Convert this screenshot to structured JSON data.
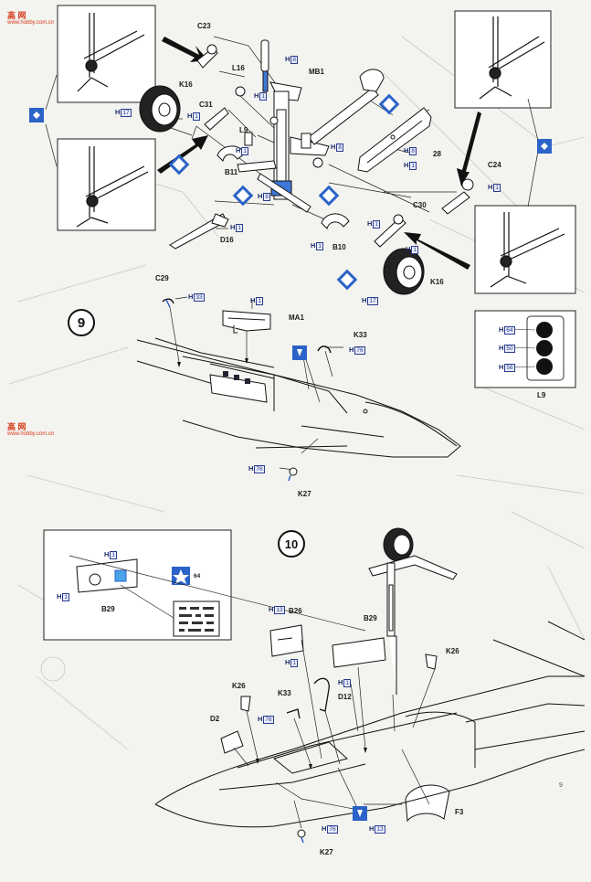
{
  "watermark": {
    "text": "高 网",
    "subtext": "www.hobby.com.cn"
  },
  "step9": {
    "number": "9"
  },
  "step10": {
    "number": "10"
  },
  "part_labels": {
    "C23": "C23",
    "L16": "L16",
    "MB1": "MB1",
    "K16_top": "K16",
    "C31": "C31",
    "L9_top": "L9",
    "B11": "B11",
    "D16": "D16",
    "B10": "B10",
    "C30": "C30",
    "K16_bottom": "K16",
    "C24": "C24",
    "p28": "28",
    "C29": "C29",
    "MA1": "MA1",
    "K33_s9": "K33",
    "K27_s9": "K27",
    "B29_inset": "B29",
    "B26": "B26",
    "B29": "B29",
    "K26_right": "K26",
    "K26_left": "K26",
    "K33_s10": "K33",
    "D12": "D12",
    "D2": "D2",
    "F3": "F3",
    "K27_s10": "K27",
    "L9_inset": "L9"
  },
  "paint_codes": {
    "h8_mb1": {
      "h": "H",
      "code": "8"
    },
    "h1_mb1": {
      "h": "H",
      "code": "1"
    },
    "h17_k16": {
      "h": "H",
      "code": "17"
    },
    "h1_c31": {
      "h": "H",
      "code": "1"
    },
    "h1_l9": {
      "h": "H",
      "code": "1"
    },
    "h8_center": {
      "h": "H",
      "code": "8"
    },
    "h8_strut": {
      "h": "H",
      "code": "8"
    },
    "h8_28": {
      "h": "H",
      "code": "8"
    },
    "h1_28": {
      "h": "H",
      "code": "1"
    },
    "h1_d16": {
      "h": "H",
      "code": "1"
    },
    "h1_b10": {
      "h": "H",
      "code": "1"
    },
    "h1_c30": {
      "h": "H",
      "code": "1"
    },
    "h1_c24": {
      "h": "H",
      "code": "1"
    },
    "h1_k16b": {
      "h": "H",
      "code": "1"
    },
    "h17_k16b": {
      "h": "H",
      "code": "17"
    },
    "h33_c29": {
      "h": "H",
      "code": "33"
    },
    "h1_ma1": {
      "h": "H",
      "code": "1"
    },
    "h76_k33": {
      "h": "H",
      "code": "76"
    },
    "h76_k27": {
      "h": "H",
      "code": "76"
    },
    "h1_b29a": {
      "h": "H",
      "code": "1"
    },
    "h1_b29b": {
      "h": "H",
      "code": "1"
    },
    "h13_b26": {
      "h": "H",
      "code": "13"
    },
    "h1_b26": {
      "h": "H",
      "code": "1"
    },
    "h1_d12": {
      "h": "H",
      "code": "1"
    },
    "h76_k33b": {
      "h": "H",
      "code": "76"
    },
    "h76_k27b": {
      "h": "H",
      "code": "76"
    },
    "h13_bottom": {
      "h": "H",
      "code": "13"
    },
    "h64": {
      "h": "H",
      "code": "64"
    },
    "h50": {
      "h": "H",
      "code": "50"
    },
    "h56": {
      "h": "H",
      "code": "56"
    }
  },
  "decal_ref": "64",
  "page_number": "9",
  "colors": {
    "ink": "#1a1a1a",
    "blue": "#2b63c8",
    "paint_blue": "#3f79d8",
    "watermark": "#d63a1a"
  }
}
